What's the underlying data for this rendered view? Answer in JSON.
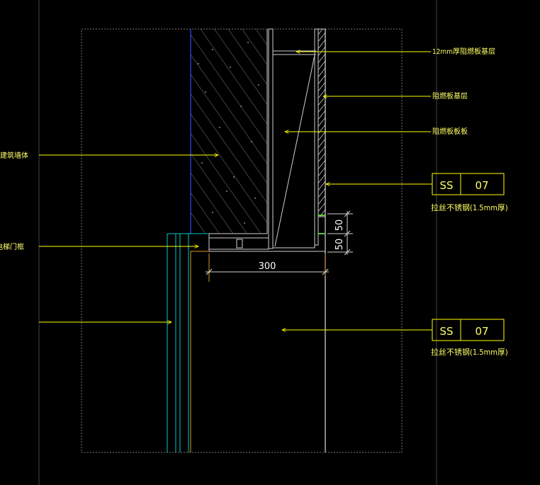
{
  "callouts": {
    "layer_12mm": "12mm厚阻燃板基层",
    "base_layer": "阻燃板基层",
    "board": "阻燃板板板",
    "wall": "建筑墙体",
    "door_frame": "电梯门框"
  },
  "tags": [
    {
      "code": "SS",
      "number": "07",
      "material": "拉丝不锈钢(1.5mm厚)"
    },
    {
      "code": "SS",
      "number": "07",
      "material": "拉丝不锈钢(1.5mm厚)"
    }
  ],
  "dimensions": {
    "width": "300",
    "upper_height": "50",
    "lower_height": "50"
  },
  "colors": {
    "background": "#000000",
    "leader": "#ffff00",
    "text": "#ffff66",
    "frame_cyan": "#00c8c8",
    "wall_blue": "#2a4dff",
    "orange": "#d99a2b"
  }
}
